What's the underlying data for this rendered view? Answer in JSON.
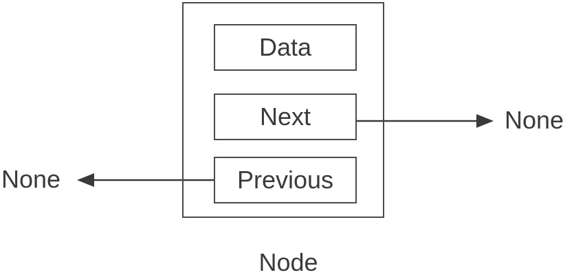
{
  "diagram": {
    "title_caption": "Node",
    "node_container_name": "Node",
    "fields": [
      {
        "id": "data",
        "label": "Data"
      },
      {
        "id": "next",
        "label": "Next"
      },
      {
        "id": "previous",
        "label": "Previous"
      }
    ],
    "pointers": [
      {
        "id": "next-pointer",
        "from_field": "Next",
        "target_label": "None",
        "direction": "right"
      },
      {
        "id": "previous-pointer",
        "from_field": "Previous",
        "target_label": "None",
        "direction": "left"
      }
    ],
    "end_labels": {
      "left": "None",
      "right": "None"
    },
    "colors": {
      "stroke": "#4a4a4a",
      "text": "#3a3a3a",
      "background": "#ffffff"
    }
  }
}
